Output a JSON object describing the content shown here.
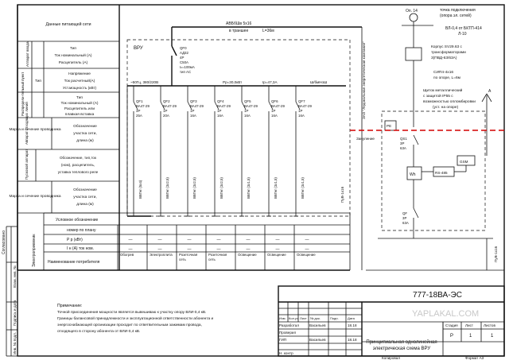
{
  "left_table": {
    "row_supply": "Данные питающей сети",
    "group_device": "Аппарат ввода",
    "device_lines": [
      "Тип",
      "Ток номинальный (А)",
      "Расцепитель (А)"
    ],
    "group_distrib": "Распредели-тельный пункт",
    "type_label": "Тип",
    "distrib_lines": [
      "Напряжение",
      "Ток расчетный(А)",
      "Уст.мощность (кВт)"
    ],
    "group_outgoing": "Аппарат отходящих линий",
    "outgoing_lines": [
      "Тип",
      "Ток номинальный (А)",
      "Расцепитель или",
      "плавкая вставка"
    ],
    "conductor1_label": "Марка и сечение проводника",
    "conductor1_desc": [
      "Обозначение",
      "участка сети,",
      "длина (м)"
    ],
    "start_group": "Пусковой аппарат",
    "start_desc": [
      "Обозначение, тип,ток",
      "(ном), расцепитель,",
      "уставка теплового реле"
    ],
    "conductor2_label": "Марка и сечение проводника",
    "conductor2_desc": [
      "Обозначение",
      "участка сети,",
      "длина (м)"
    ],
    "receiver_group": "Электроприемник",
    "rec_rows": [
      "Условное обозначение",
      "номер по плану",
      "P р (кВт)",
      "I н (А) ток ном.",
      "Наименование потребителя"
    ]
  },
  "schema": {
    "vru_label": "ВРУ",
    "cable_top": "АВБбШв 5х16",
    "cable_sub": "в траншее",
    "cable_len": "L=36м",
    "busbar_text": "~50Гц, 380/220В",
    "pp_text": "Рр=30,0кВт",
    "ip_text": "Iр=47,3А",
    "busbar_label": "Ш/бмНоШ",
    "qf0": [
      "QF0",
      "АД32",
      "4P",
      "С50А",
      "Iₙ=100мА",
      "тип AC"
    ],
    "pen_text": "Зануление",
    "vertical_company": "ЗАО \"Ледокольная энергетическая компания\"",
    "right_cable": "ПуВ-1х16",
    "right_cable2": "ПуВ-1х16",
    "breakers": [
      {
        "name": "QF1",
        "type": "ВА47-29",
        "poles": "3P",
        "rating": "25А",
        "cable": "ВВГнг (5х4)"
      },
      {
        "name": "QF2",
        "type": "ВА47-29",
        "poles": "1P",
        "rating": "20А",
        "cable": "ВВГнг (3х2,5)"
      },
      {
        "name": "QF3",
        "type": "ВА47-29",
        "poles": "1P",
        "rating": "16А",
        "cable": "ВВГнг (3х2,5)"
      },
      {
        "name": "QF4",
        "type": "ВА47-29",
        "poles": "1P",
        "rating": "16А",
        "cable": "ВВГнг (3х2,5)"
      },
      {
        "name": "QF5",
        "type": "ВА47-29",
        "poles": "1P",
        "rating": "16А",
        "cable": "ВВГнг (3х1,5)"
      },
      {
        "name": "QF6",
        "type": "ВА47-29",
        "poles": "1P",
        "rating": "16А",
        "cable": "ВВГнг (3х1,5)"
      },
      {
        "name": "QF7",
        "type": "ВА47-29",
        "poles": "1P",
        "rating": "16А",
        "cable": "ВВГнг (3х1,5)"
      }
    ],
    "consumers": [
      "Обогрев",
      "Электроплита",
      "Розеточная сеть",
      "Розеточная сеть",
      "Освещение",
      "Освещение",
      "Освещение"
    ],
    "dash": "—"
  },
  "right_panel": {
    "op": "Оп. 14",
    "connect1": "точка подключения",
    "connect2": "(опора эл. сетей)",
    "vl": "ВЛ-0,4 от БКТП-414",
    "l": "Л-10",
    "korpus1": "Корпус SV29.63 с",
    "korpus2": "трансформаторами",
    "korpus3": "3(ПВД-63/63А)",
    "sip1": "СИП4-4х16",
    "sip2": "по опоре, L=6м",
    "shield1": "Щиток металлический",
    "shield2": "с защитой IP55 с",
    "shield3": "возможностью опломбировки",
    "shield4": "(уст. на опоре)",
    "a_mark": "A",
    "pe": "PE",
    "qs1": [
      "QS1",
      "3P",
      "63А"
    ],
    "wh": "Wh",
    "rs": "RS-485",
    "gsm": "GSM",
    "qf_last": [
      "QF",
      "3P",
      "63А"
    ]
  },
  "notes": {
    "title": "Примечание:",
    "lines": [
      "Точной присоединения мощности является вывешиваю к участку опору ВЛИ-0,4 кВ.",
      "Границы балансовой принадлежности и эксплуатационной ответственности абонента и",
      "энергоснабжающей организации проходит по ответвительным зажимам провода,",
      "отходящего в сторону абонента от ВЛИ-0,4 кВ."
    ]
  },
  "title_block": {
    "doc_code": "777-18ВА-ЭС",
    "headers": [
      "Изм.",
      "Кол.уч",
      "Лист",
      "№ док.",
      "Подп.",
      "Дата"
    ],
    "roles": [
      "Разработал",
      "Проверил",
      "ГИП",
      "Н. контр"
    ],
    "names": [
      "Васильев",
      "",
      "Васильев",
      ""
    ],
    "dates": [
      "18.18",
      "",
      "18.18",
      ""
    ],
    "sheet_headers": [
      "Стадия",
      "Лист",
      "Листов"
    ],
    "stage": "Р",
    "sheet": "1",
    "sheets": "1",
    "title_line1": "Принципиальная однолинейная",
    "title_line2": "электрическая схема ВРУ",
    "copied": "Копировал",
    "format": "Формат А3"
  },
  "side_stamp": {
    "agreed": "Согласовано",
    "labels": [
      "Взам. инв. №",
      "Подпись и дата",
      "Инв. № подл."
    ]
  },
  "watermark": "YAPLAKAL.COM"
}
